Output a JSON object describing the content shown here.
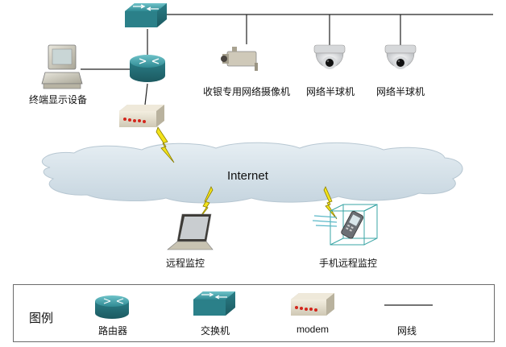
{
  "diagram": {
    "cloud_label": "Internet",
    "devices": {
      "terminal": "终端显示设备",
      "cashier_camera": "收银专用网络摄像机",
      "dome_camera_1": "网络半球机",
      "dome_camera_2": "网络半球机",
      "remote_monitor": "远程监控",
      "mobile_monitor": "手机远程监控"
    }
  },
  "legend": {
    "title": "图例",
    "router": "路由器",
    "switch": "交换机",
    "modem": "modem",
    "cable": "网线"
  },
  "colors": {
    "device_teal": "#2f8a93",
    "cloud_fill": "#d6e2ea",
    "bolt_yellow": "#f3e31b",
    "line": "#222222"
  }
}
